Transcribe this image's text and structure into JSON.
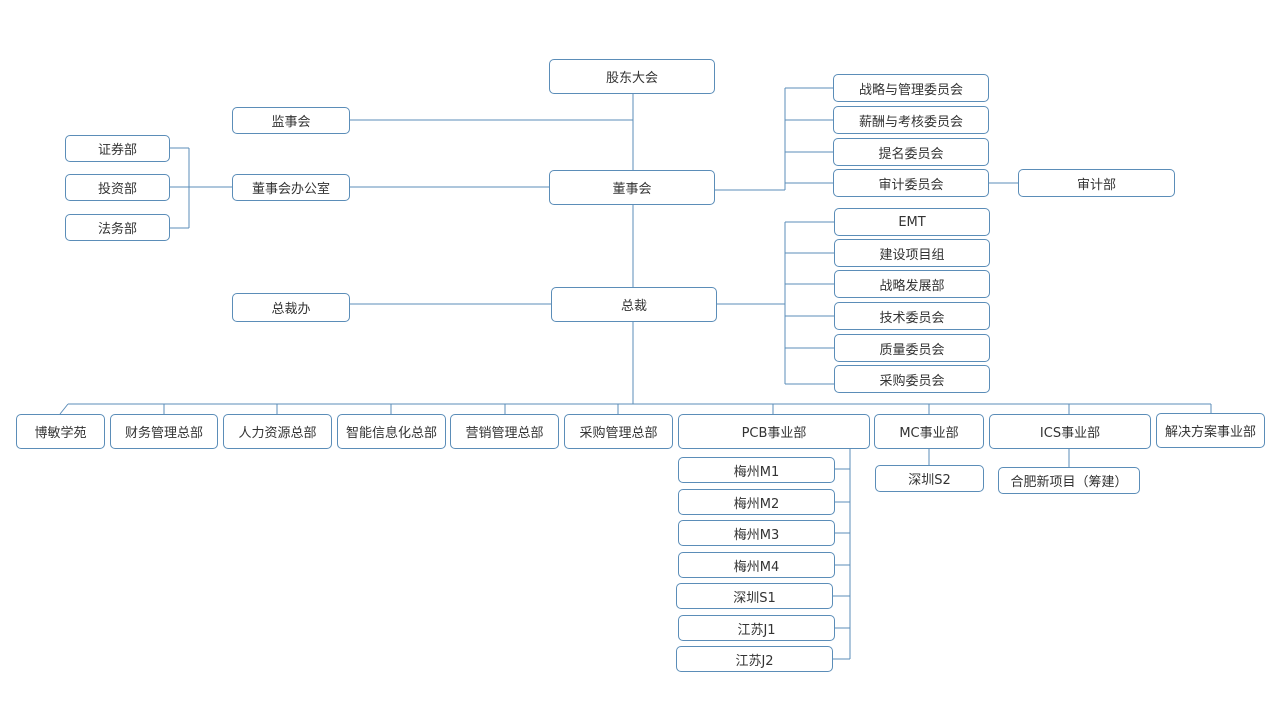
{
  "org_chart": {
    "shareholders": "股东大会",
    "supervisory_board": "监事会",
    "board": "董事会",
    "board_office": "董事会办公室",
    "securities_dept": "证券部",
    "investment_dept": "投资部",
    "legal_dept": "法务部",
    "strategy_committee": "战略与管理委员会",
    "compensation_committee": "薪酬与考核委员会",
    "nomination_committee": "提名委员会",
    "audit_committee": "审计委员会",
    "audit_dept": "审计部",
    "ceo": "总裁",
    "ceo_office": "总裁办",
    "emt": "EMT",
    "construction_group": "建设项目组",
    "strategic_dev_dept": "战略发展部",
    "tech_committee": "技术委员会",
    "quality_committee": "质量委员会",
    "procurement_committee": "采购委员会",
    "bomin_academy": "博敏学苑",
    "finance_hq": "财务管理总部",
    "hr_hq": "人力资源总部",
    "it_hq": "智能信息化总部",
    "marketing_hq": "营销管理总部",
    "procurement_hq": "采购管理总部",
    "pcb_division": "PCB事业部",
    "mc_division": "MC事业部",
    "ics_division": "ICS事业部",
    "solutions_division": "解决方案事业部",
    "meizhou_m1": "梅州M1",
    "meizhou_m2": "梅州M2",
    "meizhou_m3": "梅州M3",
    "meizhou_m4": "梅州M4",
    "shenzhen_s1": "深圳S1",
    "jiangsu_j1": "江苏J1",
    "jiangsu_j2": "江苏J2",
    "shenzhen_s2": "深圳S2",
    "hefei_project": "合肥新项目（筹建）"
  },
  "colors": {
    "border": "#5b8db8",
    "line": "#5b8db8",
    "text": "#333333",
    "background": "#ffffff"
  }
}
